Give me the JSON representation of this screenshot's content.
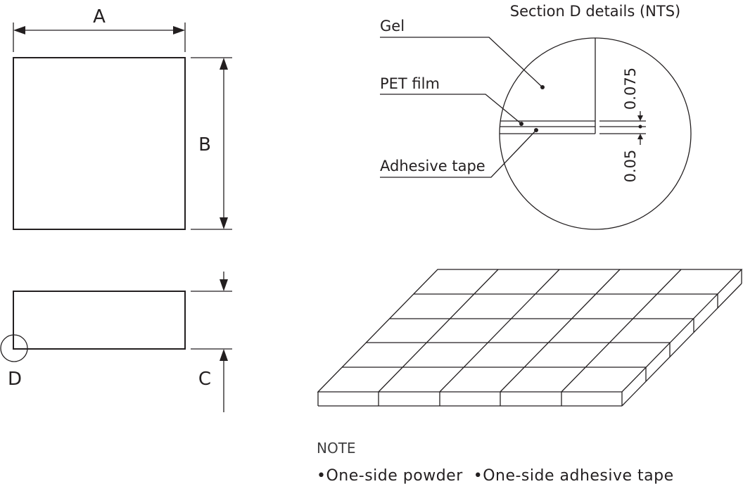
{
  "dimensions": {
    "a": "A",
    "b": "B",
    "c": "C",
    "d": "D"
  },
  "detail": {
    "title": "Section D details (NTS)",
    "gel": "Gel",
    "pet_film": "PET film",
    "adhesive_tape": "Adhesive tape",
    "dim_upper": "0.075",
    "dim_lower": "0.05"
  },
  "note": {
    "heading": "NOTE",
    "items": "•One-side powder  •One-side adhesive tape"
  }
}
